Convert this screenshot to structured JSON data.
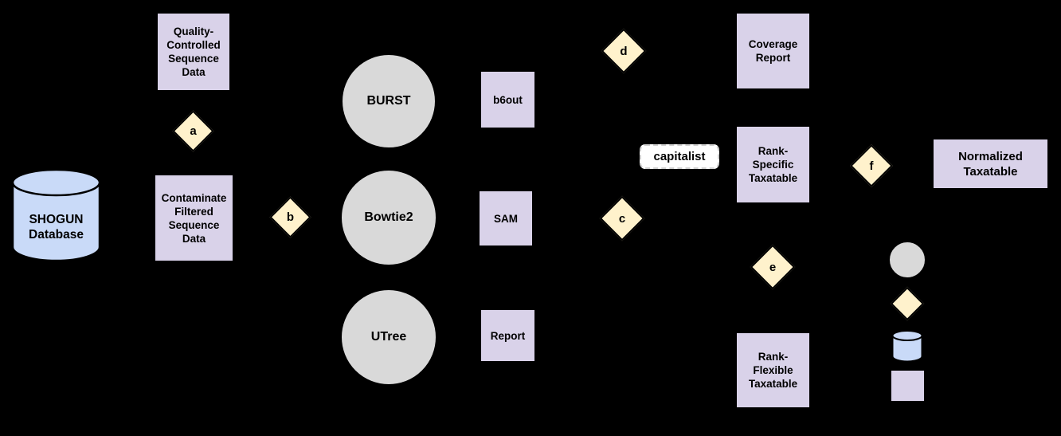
{
  "diagram": {
    "database": {
      "label": "SHOGUN\nDatabase"
    },
    "data_boxes": {
      "quality_controlled": "Quality-\nControlled\nSequence\nData",
      "contaminate_filtered": "Contaminate\nFiltered\nSequence\nData"
    },
    "aligners": {
      "burst": "BURST",
      "bowtie2": "Bowtie2",
      "utree": "UTree"
    },
    "alignment_outputs": {
      "b6out": "b6out",
      "sam": "SAM",
      "report": "Report"
    },
    "result_boxes": {
      "coverage_report": "Coverage\nReport",
      "rank_specific": "Rank-\nSpecific\nTaxatable",
      "normalized": "Normalized\nTaxatable",
      "rank_flexible": "Rank-\nFlexible\nTaxatable"
    },
    "process_steps": {
      "a": "a",
      "b": "b",
      "c": "c",
      "d": "d",
      "e": "e",
      "f": "f"
    },
    "annotation": "capitalist",
    "legend": {
      "icons": [
        "aligner-circle-icon",
        "step-diamond-icon",
        "database-cylinder-icon",
        "output-box-icon"
      ]
    },
    "colors": {
      "background": "#000000",
      "process_box": "#d9d2e9",
      "tool_circle": "#d9d9d9",
      "step_diamond": "#fff2cc",
      "database_cylinder": "#c9daf8",
      "annotation_bg": "#ffffff",
      "stroke": "#000000",
      "text": "#000000"
    }
  }
}
